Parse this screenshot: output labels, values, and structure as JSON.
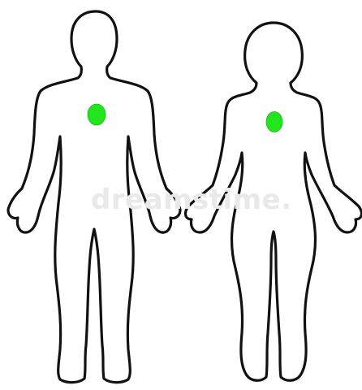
{
  "figures": [
    {
      "name": "male-body-outline"
    },
    {
      "name": "female-body-outline"
    }
  ],
  "markers": [
    {
      "figure": "male",
      "region": "chest",
      "color": "#22e51e"
    },
    {
      "figure": "female",
      "region": "chest",
      "color": "#22e51e"
    }
  ],
  "watermark": {
    "text": "dreamstime."
  },
  "colors": {
    "outline": "#111111",
    "background": "#ffffff",
    "marker": "#22e51e"
  }
}
